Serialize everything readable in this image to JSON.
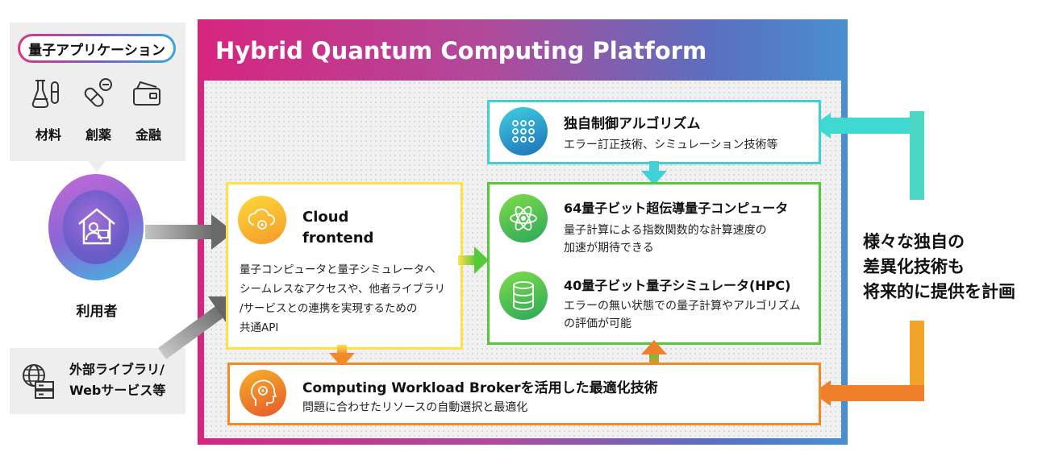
{
  "applications": {
    "title": "量子アプリケーション",
    "items": [
      {
        "label": "材料",
        "icon": "flask-icon"
      },
      {
        "label": "創薬",
        "icon": "pill-icon"
      },
      {
        "label": "金融",
        "icon": "card-icon"
      }
    ]
  },
  "user": {
    "label": "利用者",
    "icon": "home-user-icon"
  },
  "external": {
    "line1": "外部ライブラリ/",
    "line2": "Webサービス等",
    "icon": "globe-server-icon"
  },
  "platform": {
    "title": "Hybrid Quantum Computing Platform"
  },
  "cloud": {
    "title_line1": "Cloud",
    "title_line2": "frontend",
    "desc_lines": [
      "量子コンピュータと量子シミュレータへ",
      "シームレスなアクセスや、他者ライブラリ",
      "/サービスとの連携を実現するための",
      "共通API"
    ]
  },
  "algorithm": {
    "title": "独自制御アルゴリズム",
    "desc": "エラー訂正技術、シミュレーション技術等"
  },
  "quantum_computer": {
    "title": "64量子ビット超伝導量子コンピュータ",
    "desc_lines": [
      "量子計算による指数関数的な計算速度の",
      "加速が期待できる"
    ]
  },
  "simulator": {
    "title": "40量子ビット量子シミュレータ(HPC)",
    "desc_lines": [
      "エラーの無い状態での量子計算やアルゴリズム",
      "の評価が可能"
    ]
  },
  "broker": {
    "title": "Computing Workload Brokerを活用した最適化技術",
    "desc": "問題に合わせたリソースの自動選択と最適化"
  },
  "side_note": {
    "lines": [
      "様々な独自の",
      "差異化技術も",
      "将来的に提供を計画"
    ]
  },
  "colors": {
    "magenta": "#d7257f",
    "cyan": "#3fd0d8",
    "green": "#56c93a",
    "yellow": "#ffe14a",
    "orange": "#f28a2b",
    "blue": "#4a8fd0"
  }
}
